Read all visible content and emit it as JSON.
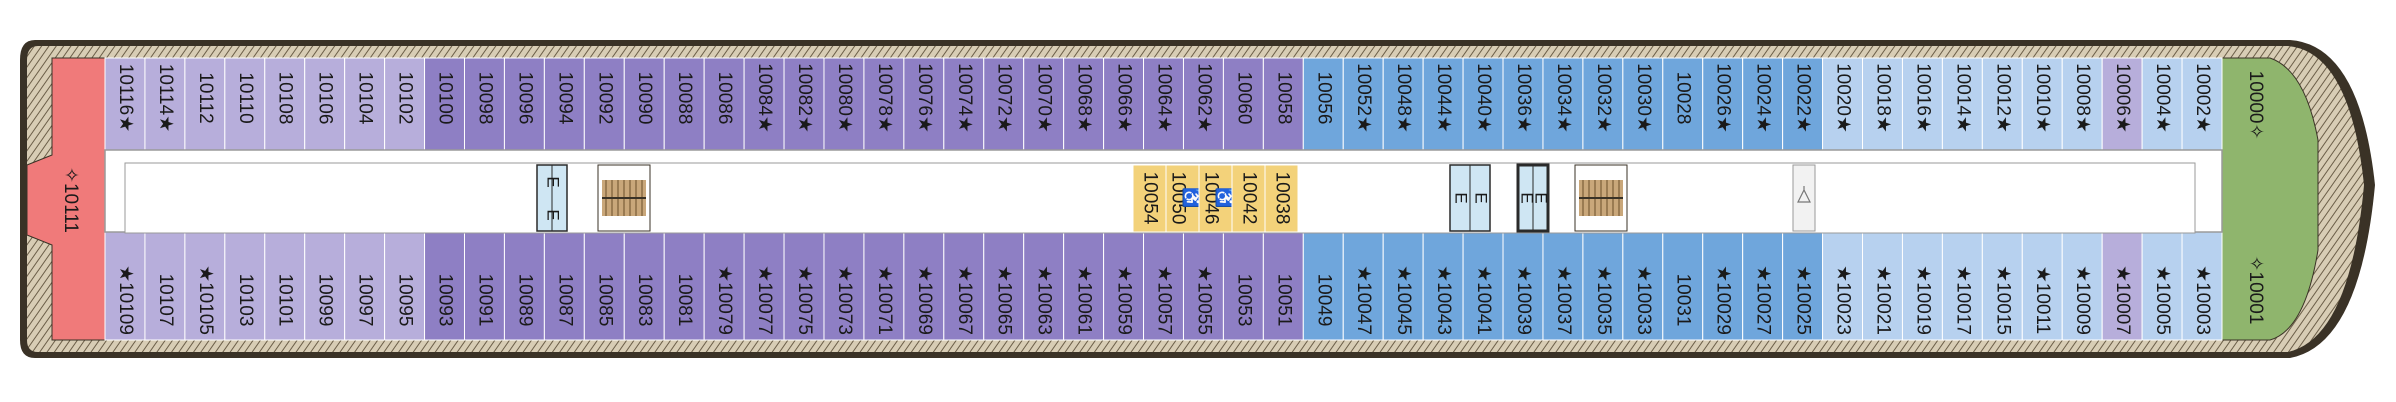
{
  "colors": {
    "hull": "#3a3226",
    "deck_wood": "#cbbfa6",
    "corridor": "#ffffff",
    "corridor_border": "#8a8a8a",
    "aft_suite": "#f07a7a",
    "forward_suite": "#8fb56d",
    "cat_lavender": "#b7aedb",
    "cat_purple": "#8e7fc4",
    "cat_blue": "#6fa6dc",
    "cat_lightblue": "#b7d1ef",
    "cat_yellow": "#f3d27a",
    "elevator": "#cfe6f3",
    "stairs": "#c9a77a",
    "text": "#1a1a1a"
  },
  "aft_suite": {
    "number": "10111",
    "symbol": "✧"
  },
  "forward_suites": [
    {
      "number": "10000",
      "symbol": "✧"
    },
    {
      "number": "10001",
      "symbol": "✧"
    }
  ],
  "upper_row": [
    {
      "number": "10116",
      "mark": "★",
      "category": "cat_lavender"
    },
    {
      "number": "10114",
      "mark": "★",
      "category": "cat_lavender"
    },
    {
      "number": "10112",
      "mark": "",
      "category": "cat_lavender"
    },
    {
      "number": "10110",
      "mark": "",
      "category": "cat_lavender"
    },
    {
      "number": "10108",
      "mark": "",
      "category": "cat_lavender"
    },
    {
      "number": "10106",
      "mark": "",
      "category": "cat_lavender"
    },
    {
      "number": "10104",
      "mark": "",
      "category": "cat_lavender"
    },
    {
      "number": "10102",
      "mark": "",
      "category": "cat_lavender"
    },
    {
      "number": "10100",
      "mark": "",
      "category": "cat_purple"
    },
    {
      "number": "10098",
      "mark": "",
      "category": "cat_purple"
    },
    {
      "number": "10096",
      "mark": "",
      "category": "cat_purple"
    },
    {
      "number": "10094",
      "mark": "",
      "category": "cat_purple"
    },
    {
      "number": "10092",
      "mark": "",
      "category": "cat_purple"
    },
    {
      "number": "10090",
      "mark": "",
      "category": "cat_purple"
    },
    {
      "number": "10088",
      "mark": "",
      "category": "cat_purple"
    },
    {
      "number": "10086",
      "mark": "",
      "category": "cat_purple"
    },
    {
      "number": "10084",
      "mark": "★",
      "category": "cat_purple"
    },
    {
      "number": "10082",
      "mark": "★",
      "category": "cat_purple"
    },
    {
      "number": "10080",
      "mark": "★",
      "category": "cat_purple"
    },
    {
      "number": "10078",
      "mark": "★",
      "category": "cat_purple"
    },
    {
      "number": "10076",
      "mark": "★",
      "category": "cat_purple"
    },
    {
      "number": "10074",
      "mark": "★",
      "category": "cat_purple"
    },
    {
      "number": "10072",
      "mark": "★",
      "category": "cat_purple"
    },
    {
      "number": "10070",
      "mark": "★",
      "category": "cat_purple"
    },
    {
      "number": "10068",
      "mark": "★",
      "category": "cat_purple"
    },
    {
      "number": "10066",
      "mark": "★",
      "category": "cat_purple"
    },
    {
      "number": "10064",
      "mark": "★",
      "category": "cat_purple"
    },
    {
      "number": "10062",
      "mark": "★",
      "category": "cat_purple"
    },
    {
      "number": "10060",
      "mark": "",
      "category": "cat_purple"
    },
    {
      "number": "10058",
      "mark": "",
      "category": "cat_purple"
    },
    {
      "number": "10056",
      "mark": "",
      "category": "cat_blue"
    },
    {
      "number": "10052",
      "mark": "★",
      "category": "cat_blue"
    },
    {
      "number": "10048",
      "mark": "★",
      "category": "cat_blue"
    },
    {
      "number": "10044",
      "mark": "★",
      "category": "cat_blue"
    },
    {
      "number": "10040",
      "mark": "★",
      "category": "cat_blue"
    },
    {
      "number": "10036",
      "mark": "★",
      "category": "cat_blue"
    },
    {
      "number": "10034",
      "mark": "★",
      "category": "cat_blue"
    },
    {
      "number": "10032",
      "mark": "★",
      "category": "cat_blue"
    },
    {
      "number": "10030",
      "mark": "★",
      "category": "cat_blue"
    },
    {
      "number": "10028",
      "mark": "",
      "category": "cat_blue"
    },
    {
      "number": "10026",
      "mark": "★",
      "category": "cat_blue"
    },
    {
      "number": "10024",
      "mark": "★",
      "category": "cat_blue"
    },
    {
      "number": "10022",
      "mark": "★",
      "category": "cat_blue"
    },
    {
      "number": "10020",
      "mark": "★",
      "category": "cat_lightblue"
    },
    {
      "number": "10018",
      "mark": "★",
      "category": "cat_lightblue"
    },
    {
      "number": "10016",
      "mark": "★",
      "category": "cat_lightblue"
    },
    {
      "number": "10014",
      "mark": "★",
      "category": "cat_lightblue"
    },
    {
      "number": "10012",
      "mark": "★",
      "category": "cat_lightblue"
    },
    {
      "number": "10010",
      "mark": "★",
      "category": "cat_lightblue"
    },
    {
      "number": "10008",
      "mark": "★",
      "category": "cat_lightblue"
    },
    {
      "number": "10006",
      "mark": "★",
      "category": "cat_lavender"
    },
    {
      "number": "10004",
      "mark": "★",
      "category": "cat_lightblue"
    },
    {
      "number": "10002",
      "mark": "★",
      "category": "cat_lightblue"
    }
  ],
  "lower_row": [
    {
      "number": "10109",
      "mark": "★",
      "category": "cat_lavender"
    },
    {
      "number": "10107",
      "mark": "",
      "category": "cat_lavender"
    },
    {
      "number": "10105",
      "mark": "★",
      "category": "cat_lavender"
    },
    {
      "number": "10103",
      "mark": "",
      "category": "cat_lavender"
    },
    {
      "number": "10101",
      "mark": "",
      "category": "cat_lavender"
    },
    {
      "number": "10099",
      "mark": "",
      "category": "cat_lavender"
    },
    {
      "number": "10097",
      "mark": "",
      "category": "cat_lavender"
    },
    {
      "number": "10095",
      "mark": "",
      "category": "cat_lavender"
    },
    {
      "number": "10093",
      "mark": "",
      "category": "cat_purple"
    },
    {
      "number": "10091",
      "mark": "",
      "category": "cat_purple"
    },
    {
      "number": "10089",
      "mark": "",
      "category": "cat_purple"
    },
    {
      "number": "10087",
      "mark": "",
      "category": "cat_purple"
    },
    {
      "number": "10085",
      "mark": "",
      "category": "cat_purple"
    },
    {
      "number": "10083",
      "mark": "",
      "category": "cat_purple"
    },
    {
      "number": "10081",
      "mark": "",
      "category": "cat_purple"
    },
    {
      "number": "10079",
      "mark": "★",
      "category": "cat_purple"
    },
    {
      "number": "10077",
      "mark": "★",
      "category": "cat_purple"
    },
    {
      "number": "10075",
      "mark": "★",
      "category": "cat_purple"
    },
    {
      "number": "10073",
      "mark": "★",
      "category": "cat_purple"
    },
    {
      "number": "10071",
      "mark": "★",
      "category": "cat_purple"
    },
    {
      "number": "10069",
      "mark": "★",
      "category": "cat_purple"
    },
    {
      "number": "10067",
      "mark": "★",
      "category": "cat_purple"
    },
    {
      "number": "10065",
      "mark": "★",
      "category": "cat_purple"
    },
    {
      "number": "10063",
      "mark": "★",
      "category": "cat_purple"
    },
    {
      "number": "10061",
      "mark": "★",
      "category": "cat_purple"
    },
    {
      "number": "10059",
      "mark": "★",
      "category": "cat_purple"
    },
    {
      "number": "10057",
      "mark": "★",
      "category": "cat_purple"
    },
    {
      "number": "10055",
      "mark": "★",
      "category": "cat_purple"
    },
    {
      "number": "10053",
      "mark": "",
      "category": "cat_purple"
    },
    {
      "number": "10051",
      "mark": "",
      "category": "cat_purple"
    },
    {
      "number": "10049",
      "mark": "",
      "category": "cat_blue"
    },
    {
      "number": "10047",
      "mark": "★",
      "category": "cat_blue"
    },
    {
      "number": "10045",
      "mark": "★",
      "category": "cat_blue"
    },
    {
      "number": "10043",
      "mark": "★",
      "category": "cat_blue"
    },
    {
      "number": "10041",
      "mark": "★",
      "category": "cat_blue"
    },
    {
      "number": "10039",
      "mark": "★",
      "category": "cat_blue"
    },
    {
      "number": "10037",
      "mark": "★",
      "category": "cat_blue"
    },
    {
      "number": "10035",
      "mark": "★",
      "category": "cat_blue"
    },
    {
      "number": "10033",
      "mark": "★",
      "category": "cat_blue"
    },
    {
      "number": "10031",
      "mark": "",
      "category": "cat_blue"
    },
    {
      "number": "10029",
      "mark": "★",
      "category": "cat_blue"
    },
    {
      "number": "10027",
      "mark": "★",
      "category": "cat_blue"
    },
    {
      "number": "10025",
      "mark": "★",
      "category": "cat_blue"
    },
    {
      "number": "10023",
      "mark": "★",
      "category": "cat_lightblue"
    },
    {
      "number": "10021",
      "mark": "★",
      "category": "cat_lightblue"
    },
    {
      "number": "10019",
      "mark": "★",
      "category": "cat_lightblue"
    },
    {
      "number": "10017",
      "mark": "★",
      "category": "cat_lightblue"
    },
    {
      "number": "10015",
      "mark": "★",
      "category": "cat_lightblue"
    },
    {
      "number": "10011",
      "mark": "★",
      "category": "cat_lightblue"
    },
    {
      "number": "10009",
      "mark": "★",
      "category": "cat_lightblue"
    },
    {
      "number": "10007",
      "mark": "★",
      "category": "cat_lavender"
    },
    {
      "number": "10005",
      "mark": "★",
      "category": "cat_lightblue"
    },
    {
      "number": "10003",
      "mark": "★",
      "category": "cat_lightblue"
    }
  ],
  "inner_cabins": [
    {
      "number": "10054",
      "accessible": false
    },
    {
      "number": "10050",
      "accessible": true
    },
    {
      "number": "10046",
      "accessible": true
    },
    {
      "number": "10042",
      "accessible": false
    },
    {
      "number": "10038",
      "accessible": false
    }
  ],
  "elevator_label": "E",
  "accessible_symbol": "♿"
}
